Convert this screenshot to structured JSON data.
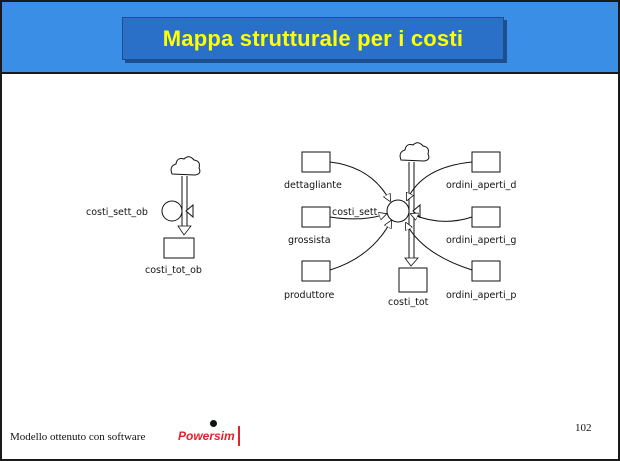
{
  "title": "Mappa strutturale per i costi",
  "footer": {
    "text": "Modello ottenuto con software",
    "logo_text": "Powersim"
  },
  "page_number": "102",
  "diagram": {
    "left_model": {
      "flow_label": "costi_sett_ob",
      "stock_label": "costi_tot_ob"
    },
    "right_model": {
      "flow_label": "costi_sett",
      "stock_label": "costi_tot",
      "inputs": [
        "dettagliante",
        "grossista",
        "produttore",
        "ordini_aperti_d",
        "ordini_aperti_g",
        "ordini_aperti_p"
      ]
    }
  }
}
